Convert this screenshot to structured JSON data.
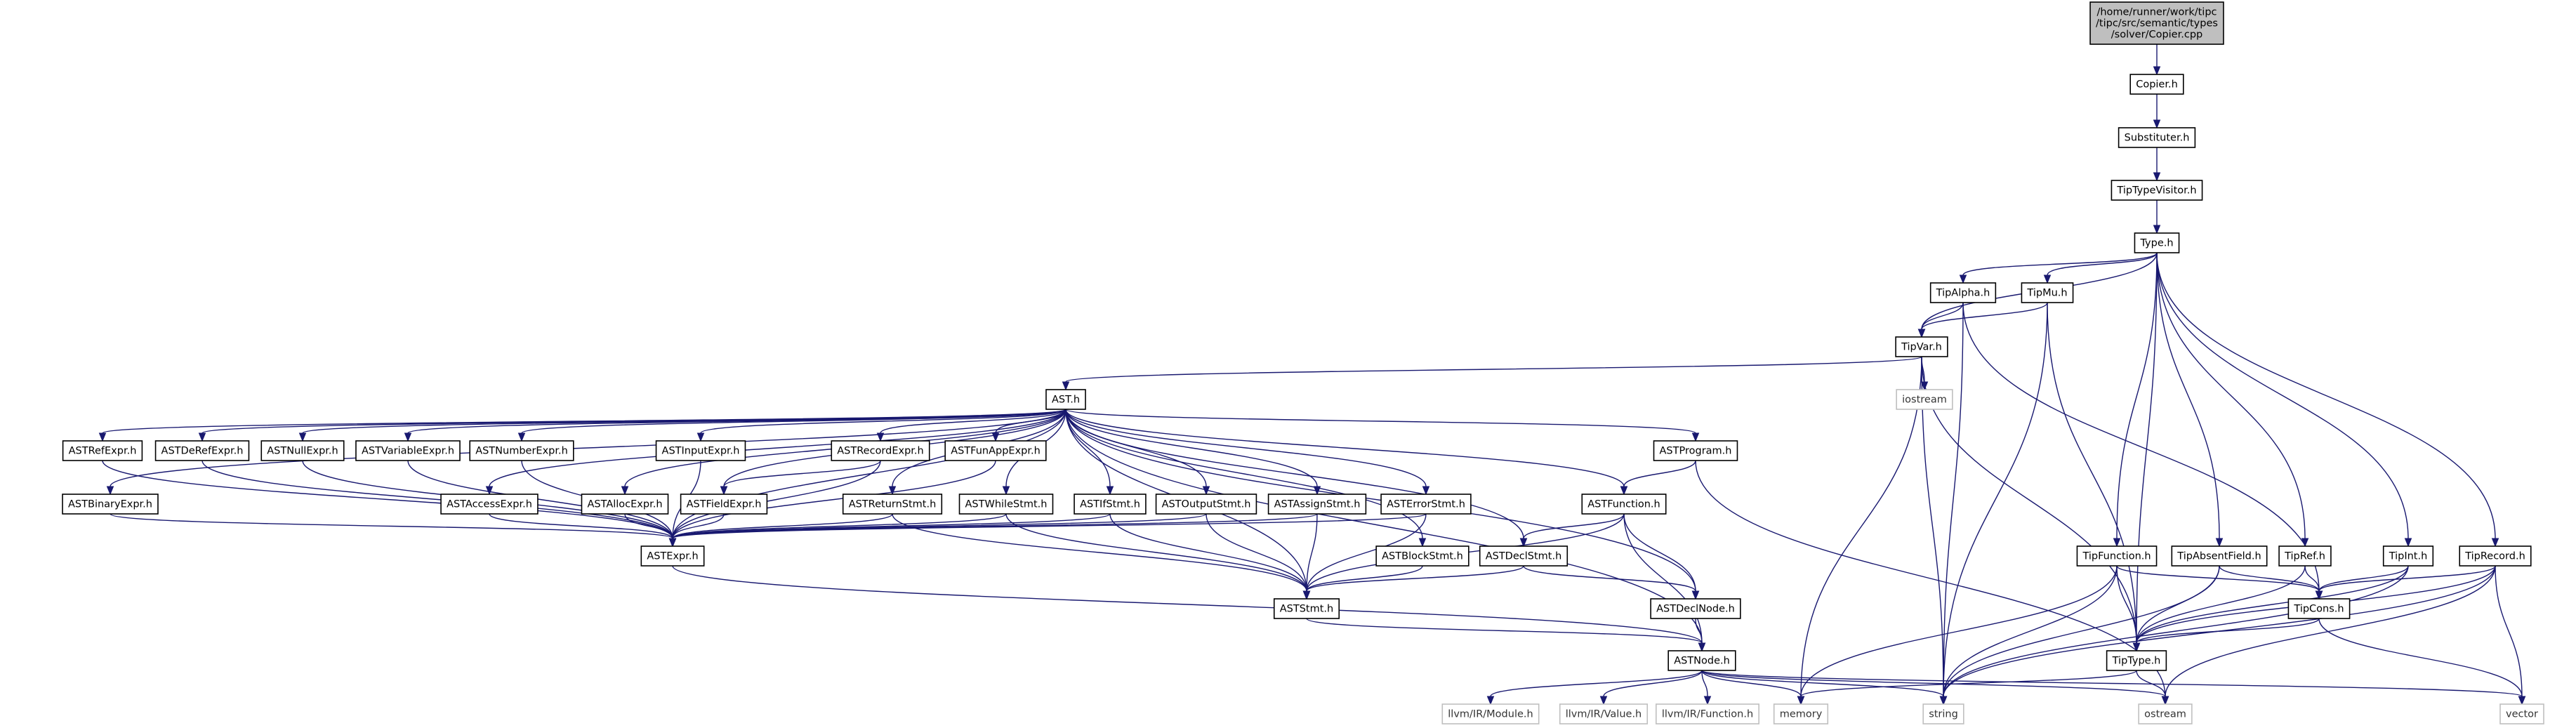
{
  "colors": {
    "edge": "#191970",
    "root_fill": "#bfbfbf",
    "node_border": "#000000",
    "external_border": "#bfbfbf"
  },
  "nodes": [
    {
      "id": "root",
      "lines": [
        "/home/runner/work/tipc",
        "/tipc/src/semantic/types",
        "/solver/Copier.cpp"
      ],
      "kind": "root"
    },
    {
      "id": "Copier",
      "lines": [
        "Copier.h"
      ]
    },
    {
      "id": "Substituter",
      "lines": [
        "Substituter.h"
      ]
    },
    {
      "id": "TipTypeVisitor",
      "lines": [
        "TipTypeVisitor.h"
      ]
    },
    {
      "id": "Type",
      "lines": [
        "Type.h"
      ]
    },
    {
      "id": "TipAlpha",
      "lines": [
        "TipAlpha.h"
      ]
    },
    {
      "id": "TipMu",
      "lines": [
        "TipMu.h"
      ]
    },
    {
      "id": "TipVar",
      "lines": [
        "TipVar.h"
      ]
    },
    {
      "id": "iostream",
      "lines": [
        "iostream"
      ],
      "kind": "ext"
    },
    {
      "id": "AST",
      "lines": [
        "AST.h"
      ]
    },
    {
      "id": "ASTRefExpr",
      "lines": [
        "ASTRefExpr.h"
      ]
    },
    {
      "id": "ASTDeRefExpr",
      "lines": [
        "ASTDeRefExpr.h"
      ]
    },
    {
      "id": "ASTNullExpr",
      "lines": [
        "ASTNullExpr.h"
      ]
    },
    {
      "id": "ASTVariableExpr",
      "lines": [
        "ASTVariableExpr.h"
      ]
    },
    {
      "id": "ASTNumberExpr",
      "lines": [
        "ASTNumberExpr.h"
      ]
    },
    {
      "id": "ASTInputExpr",
      "lines": [
        "ASTInputExpr.h"
      ]
    },
    {
      "id": "ASTRecordExpr",
      "lines": [
        "ASTRecordExpr.h"
      ]
    },
    {
      "id": "ASTFunAppExpr",
      "lines": [
        "ASTFunAppExpr.h"
      ]
    },
    {
      "id": "ASTProgram",
      "lines": [
        "ASTProgram.h"
      ]
    },
    {
      "id": "ASTBinaryExpr",
      "lines": [
        "ASTBinaryExpr.h"
      ]
    },
    {
      "id": "ASTAccessExpr",
      "lines": [
        "ASTAccessExpr.h"
      ]
    },
    {
      "id": "ASTAllocExpr",
      "lines": [
        "ASTAllocExpr.h"
      ]
    },
    {
      "id": "ASTFieldExpr",
      "lines": [
        "ASTFieldExpr.h"
      ]
    },
    {
      "id": "ASTReturnStmt",
      "lines": [
        "ASTReturnStmt.h"
      ]
    },
    {
      "id": "ASTWhileStmt",
      "lines": [
        "ASTWhileStmt.h"
      ]
    },
    {
      "id": "ASTIfStmt",
      "lines": [
        "ASTIfStmt.h"
      ]
    },
    {
      "id": "ASTOutputStmt",
      "lines": [
        "ASTOutputStmt.h"
      ]
    },
    {
      "id": "ASTAssignStmt",
      "lines": [
        "ASTAssignStmt.h"
      ]
    },
    {
      "id": "ASTErrorStmt",
      "lines": [
        "ASTErrorStmt.h"
      ]
    },
    {
      "id": "ASTFunction",
      "lines": [
        "ASTFunction.h"
      ]
    },
    {
      "id": "ASTExpr",
      "lines": [
        "ASTExpr.h"
      ]
    },
    {
      "id": "ASTBlockStmt",
      "lines": [
        "ASTBlockStmt.h"
      ]
    },
    {
      "id": "ASTDeclStmt",
      "lines": [
        "ASTDeclStmt.h"
      ]
    },
    {
      "id": "ASTStmt",
      "lines": [
        "ASTStmt.h"
      ]
    },
    {
      "id": "ASTDeclNode",
      "lines": [
        "ASTDeclNode.h"
      ]
    },
    {
      "id": "ASTNode",
      "lines": [
        "ASTNode.h"
      ]
    },
    {
      "id": "llvmModule",
      "lines": [
        "llvm/IR/Module.h"
      ],
      "kind": "ext"
    },
    {
      "id": "llvmValue",
      "lines": [
        "llvm/IR/Value.h"
      ],
      "kind": "ext"
    },
    {
      "id": "llvmFunction",
      "lines": [
        "llvm/IR/Function.h"
      ],
      "kind": "ext"
    },
    {
      "id": "memory",
      "lines": [
        "memory"
      ],
      "kind": "ext"
    },
    {
      "id": "string",
      "lines": [
        "string"
      ],
      "kind": "ext"
    },
    {
      "id": "ostream",
      "lines": [
        "ostream"
      ],
      "kind": "ext"
    },
    {
      "id": "vector",
      "lines": [
        "vector"
      ],
      "kind": "ext"
    },
    {
      "id": "TipFunction",
      "lines": [
        "TipFunction.h"
      ]
    },
    {
      "id": "TipAbsentField",
      "lines": [
        "TipAbsentField.h"
      ]
    },
    {
      "id": "TipRef",
      "lines": [
        "TipRef.h"
      ]
    },
    {
      "id": "TipInt",
      "lines": [
        "TipInt.h"
      ]
    },
    {
      "id": "TipRecord",
      "lines": [
        "TipRecord.h"
      ]
    },
    {
      "id": "TipCons",
      "lines": [
        "TipCons.h"
      ]
    },
    {
      "id": "TipType",
      "lines": [
        "TipType.h"
      ]
    }
  ],
  "edges": [
    [
      "root",
      "Copier"
    ],
    [
      "Copier",
      "Substituter"
    ],
    [
      "Substituter",
      "TipTypeVisitor"
    ],
    [
      "TipTypeVisitor",
      "Type"
    ],
    [
      "Type",
      "TipAlpha"
    ],
    [
      "Type",
      "TipMu"
    ],
    [
      "Type",
      "TipVar"
    ],
    [
      "Type",
      "TipFunction"
    ],
    [
      "Type",
      "TipAbsentField"
    ],
    [
      "Type",
      "TipRef"
    ],
    [
      "Type",
      "TipInt"
    ],
    [
      "Type",
      "TipRecord"
    ],
    [
      "Type",
      "TipType"
    ],
    [
      "TipAlpha",
      "TipVar"
    ],
    [
      "TipAlpha",
      "TipCons"
    ],
    [
      "TipAlpha",
      "string"
    ],
    [
      "TipMu",
      "TipVar"
    ],
    [
      "TipMu",
      "TipType"
    ],
    [
      "TipMu",
      "string"
    ],
    [
      "TipVar",
      "AST"
    ],
    [
      "TipVar",
      "iostream"
    ],
    [
      "TipVar",
      "TipType"
    ],
    [
      "TipVar",
      "string"
    ],
    [
      "TipVar",
      "memory"
    ],
    [
      "AST",
      "ASTRefExpr"
    ],
    [
      "AST",
      "ASTDeRefExpr"
    ],
    [
      "AST",
      "ASTNullExpr"
    ],
    [
      "AST",
      "ASTVariableExpr"
    ],
    [
      "AST",
      "ASTNumberExpr"
    ],
    [
      "AST",
      "ASTInputExpr"
    ],
    [
      "AST",
      "ASTRecordExpr"
    ],
    [
      "AST",
      "ASTFunAppExpr"
    ],
    [
      "AST",
      "ASTProgram"
    ],
    [
      "AST",
      "ASTBinaryExpr"
    ],
    [
      "AST",
      "ASTAccessExpr"
    ],
    [
      "AST",
      "ASTAllocExpr"
    ],
    [
      "AST",
      "ASTFieldExpr"
    ],
    [
      "AST",
      "ASTReturnStmt"
    ],
    [
      "AST",
      "ASTWhileStmt"
    ],
    [
      "AST",
      "ASTIfStmt"
    ],
    [
      "AST",
      "ASTOutputStmt"
    ],
    [
      "AST",
      "ASTAssignStmt"
    ],
    [
      "AST",
      "ASTErrorStmt"
    ],
    [
      "AST",
      "ASTFunction"
    ],
    [
      "AST",
      "ASTBlockStmt"
    ],
    [
      "AST",
      "ASTDeclStmt"
    ],
    [
      "AST",
      "ASTDeclNode"
    ],
    [
      "AST",
      "ASTExpr"
    ],
    [
      "AST",
      "ASTStmt"
    ],
    [
      "AST",
      "ASTNode"
    ],
    [
      "ASTRefExpr",
      "ASTExpr"
    ],
    [
      "ASTDeRefExpr",
      "ASTExpr"
    ],
    [
      "ASTNullExpr",
      "ASTExpr"
    ],
    [
      "ASTVariableExpr",
      "ASTExpr"
    ],
    [
      "ASTNumberExpr",
      "ASTExpr"
    ],
    [
      "ASTInputExpr",
      "ASTExpr"
    ],
    [
      "ASTRecordExpr",
      "ASTFieldExpr"
    ],
    [
      "ASTRecordExpr",
      "ASTExpr"
    ],
    [
      "ASTFunAppExpr",
      "ASTExpr"
    ],
    [
      "ASTBinaryExpr",
      "ASTExpr"
    ],
    [
      "ASTAccessExpr",
      "ASTExpr"
    ],
    [
      "ASTAllocExpr",
      "ASTExpr"
    ],
    [
      "ASTFieldExpr",
      "ASTExpr"
    ],
    [
      "ASTReturnStmt",
      "ASTStmt"
    ],
    [
      "ASTReturnStmt",
      "ASTExpr"
    ],
    [
      "ASTWhileStmt",
      "ASTStmt"
    ],
    [
      "ASTWhileStmt",
      "ASTExpr"
    ],
    [
      "ASTIfStmt",
      "ASTStmt"
    ],
    [
      "ASTIfStmt",
      "ASTExpr"
    ],
    [
      "ASTOutputStmt",
      "ASTStmt"
    ],
    [
      "ASTOutputStmt",
      "ASTExpr"
    ],
    [
      "ASTAssignStmt",
      "ASTStmt"
    ],
    [
      "ASTAssignStmt",
      "ASTExpr"
    ],
    [
      "ASTErrorStmt",
      "ASTStmt"
    ],
    [
      "ASTErrorStmt",
      "ASTExpr"
    ],
    [
      "ASTProgram",
      "ASTFunction"
    ],
    [
      "ASTProgram",
      "ostream"
    ],
    [
      "ASTFunction",
      "ASTDeclStmt"
    ],
    [
      "ASTFunction",
      "ASTDeclNode"
    ],
    [
      "ASTFunction",
      "ASTStmt"
    ],
    [
      "ASTFunction",
      "ASTNode"
    ],
    [
      "ASTBlockStmt",
      "ASTStmt"
    ],
    [
      "ASTDeclStmt",
      "ASTStmt"
    ],
    [
      "ASTDeclStmt",
      "ASTDeclNode"
    ],
    [
      "ASTExpr",
      "ASTNode"
    ],
    [
      "ASTStmt",
      "ASTNode"
    ],
    [
      "ASTDeclNode",
      "ASTNode"
    ],
    [
      "ASTNode",
      "llvmModule"
    ],
    [
      "ASTNode",
      "llvmValue"
    ],
    [
      "ASTNode",
      "llvmFunction"
    ],
    [
      "ASTNode",
      "memory"
    ],
    [
      "ASTNode",
      "string"
    ],
    [
      "ASTNode",
      "ostream"
    ],
    [
      "ASTNode",
      "vector"
    ],
    [
      "TipFunction",
      "TipCons"
    ],
    [
      "TipFunction",
      "TipType"
    ],
    [
      "TipFunction",
      "string"
    ],
    [
      "TipFunction",
      "memory"
    ],
    [
      "TipAbsentField",
      "TipCons"
    ],
    [
      "TipAbsentField",
      "TipType"
    ],
    [
      "TipAbsentField",
      "string"
    ],
    [
      "TipRef",
      "TipCons"
    ],
    [
      "TipRef",
      "TipType"
    ],
    [
      "TipInt",
      "TipCons"
    ],
    [
      "TipInt",
      "TipType"
    ],
    [
      "TipInt",
      "string"
    ],
    [
      "TipRecord",
      "TipCons"
    ],
    [
      "TipRecord",
      "TipType"
    ],
    [
      "TipRecord",
      "string"
    ],
    [
      "TipRecord",
      "vector"
    ],
    [
      "TipRecord",
      "ostream"
    ],
    [
      "TipCons",
      "TipType"
    ],
    [
      "TipCons",
      "vector"
    ],
    [
      "TipType",
      "memory"
    ],
    [
      "TipType",
      "ostream"
    ]
  ]
}
